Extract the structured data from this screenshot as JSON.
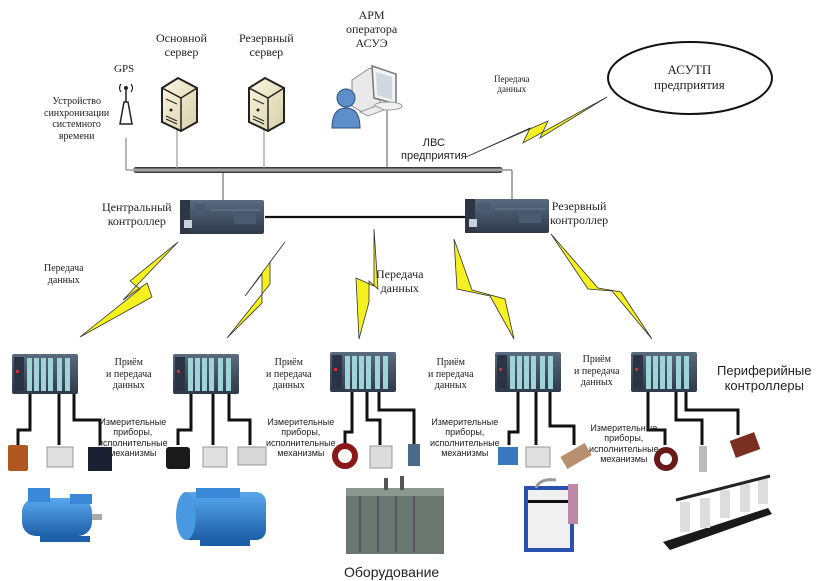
{
  "title": "Структура АСУЭ предприятия",
  "colors": {
    "lightning_fill": "#f5f020",
    "lightning_stroke": "#333333",
    "plc_body": "#3c4a5c",
    "plc_module": "#9fd4d6",
    "motor_blue": "#2f7fd0",
    "bus": "#555555"
  },
  "top": {
    "gps_label": "GPS",
    "sync_device_label": [
      "Устройство",
      "синхронизации",
      "системного",
      "времени"
    ],
    "main_server_label": [
      "Основной",
      "сервер"
    ],
    "backup_server_label": [
      "Резервный",
      "сервер"
    ],
    "operator_label": [
      "АРМ",
      "оператора",
      "АСУЭ"
    ],
    "lan_label": [
      "ЛВС",
      "предприятия"
    ],
    "data_transfer_label": [
      "Передача",
      "данных"
    ],
    "enterprise_label": [
      "АСУТП",
      "предприятия"
    ]
  },
  "controllers": {
    "central_label": [
      "Центральный",
      "контроллер"
    ],
    "backup_label": [
      "Резервный",
      "контроллер"
    ],
    "left_transfer_label": [
      "Передача",
      "данных"
    ],
    "mid_transfer_label": [
      "Передача",
      "данных"
    ]
  },
  "peripheral": {
    "group_label": [
      "Периферийные",
      "контроллеры"
    ],
    "rx_tx_label": [
      "Приём",
      "и передача",
      "данных"
    ],
    "devices_label": [
      "Измерительные",
      "приборы,",
      "исполнительные",
      "механизмы"
    ],
    "count": 5
  },
  "equipment": {
    "label": "Оборудование",
    "items": [
      "electric-motor",
      "electric-motor",
      "power-transformer",
      "vacuum-circuit-breaker",
      "disconnector"
    ]
  }
}
